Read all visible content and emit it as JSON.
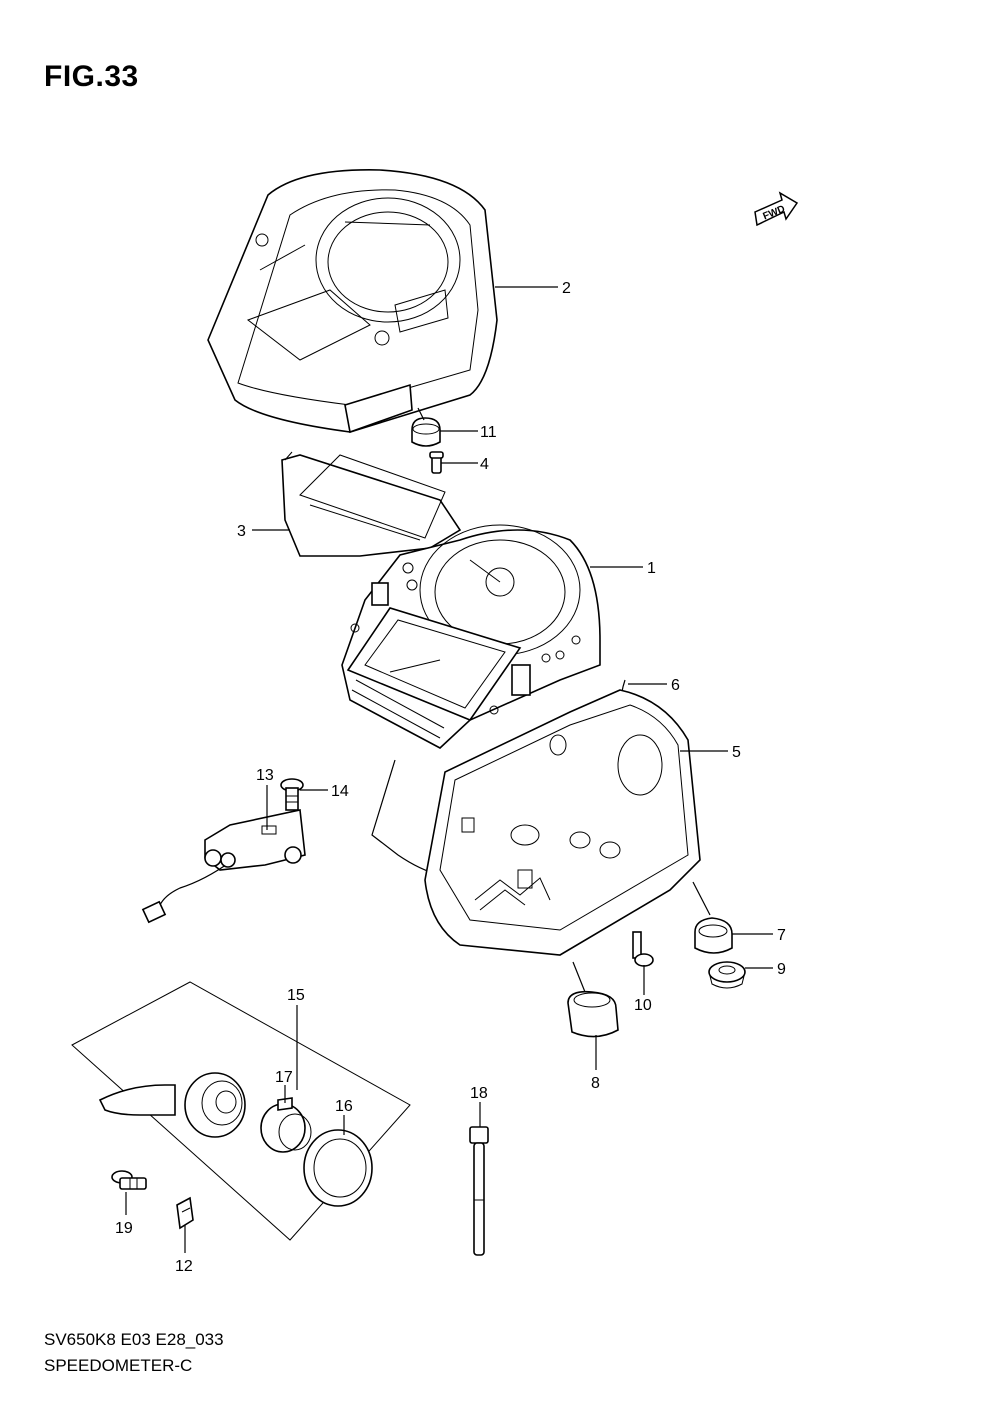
{
  "figure": {
    "title": "FIG.33",
    "model_code": "SV650K8 E03 E28_033",
    "name": "SPEEDOMETER-C",
    "fwd_label": "FWD"
  },
  "callouts": [
    {
      "id": "c1",
      "label": "1"
    },
    {
      "id": "c2",
      "label": "2"
    },
    {
      "id": "c3",
      "label": "3"
    },
    {
      "id": "c4",
      "label": "4"
    },
    {
      "id": "c5",
      "label": "5"
    },
    {
      "id": "c6",
      "label": "6"
    },
    {
      "id": "c7",
      "label": "7"
    },
    {
      "id": "c8",
      "label": "8"
    },
    {
      "id": "c9",
      "label": "9"
    },
    {
      "id": "c10",
      "label": "10"
    },
    {
      "id": "c11",
      "label": "11"
    },
    {
      "id": "c12",
      "label": "12"
    },
    {
      "id": "c13",
      "label": "13"
    },
    {
      "id": "c14",
      "label": "14"
    },
    {
      "id": "c15",
      "label": "15"
    },
    {
      "id": "c16",
      "label": "16"
    },
    {
      "id": "c17",
      "label": "17"
    },
    {
      "id": "c18",
      "label": "18"
    },
    {
      "id": "c19",
      "label": "19"
    }
  ]
}
